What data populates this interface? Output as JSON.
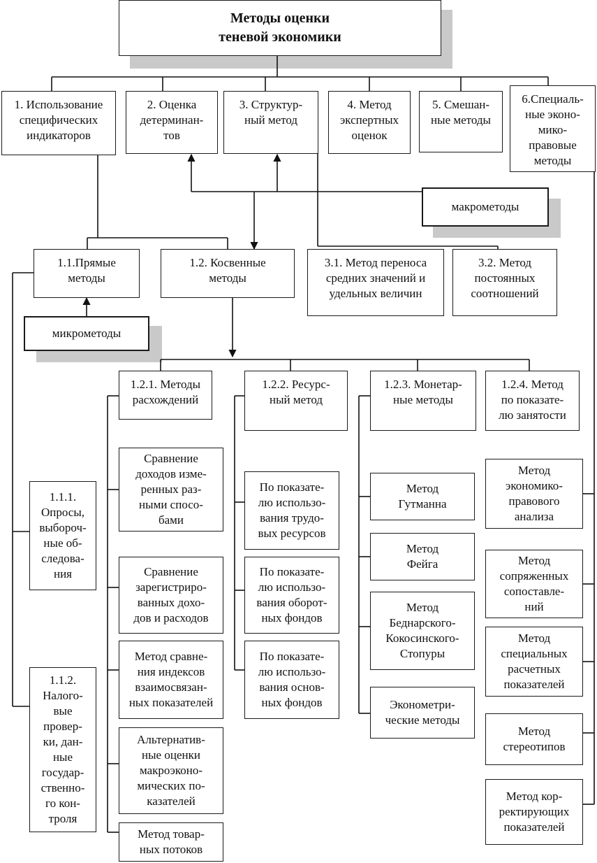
{
  "title": "Методы оценки\nтеневой экономики",
  "level1": [
    "1. Использование\nспецифических\nиндикаторов",
    "2. Оценка\nдетерминан-\nтов",
    "3. Структур-\nный метод",
    "4. Метод\nэкспертных\nоценок",
    "5. Смешан-\nные методы",
    "6.Специаль-\nные эконо-\nмико-\nправовые\nметоды"
  ],
  "macro_label": "макрометоды",
  "micro_label": "микрометоды",
  "level2": {
    "direct": "1.1.Прямые\nметоды",
    "indirect": "1.2. Косвенные\nметоды",
    "structural_1": "3.1. Метод переноса\nсредних значений и\nудельных величин",
    "structural_2": "3.2. Метод\nпостоянных\nсоотношений"
  },
  "direct_items": [
    "1.1.1.\nОпросы,\nвыбороч-\nные об-\nследова-\nния",
    "1.1.2.\nНалого-\nвые\nпровер-\nки, дан-\nные\nгосудар-\nственно-\nго кон-\nтроля"
  ],
  "indirect_groups": [
    {
      "label": "1.2.1. Методы\nрасхождений",
      "items": [
        "Сравнение\nдоходов изме-\nренных раз-\nными спосо-\nбами",
        "Сравнение\nзарегистриро-\nванных дохо-\nдов и расходов",
        "Метод сравне-\nния индексов\nвзаимосвязан-\nных показателей",
        "Альтернатив-\nные оценки\nмакроэконо-\nмических по-\nказателей",
        "Метод товар-\nных потоков"
      ]
    },
    {
      "label": "1.2.2. Ресурс-\nный метод",
      "items": [
        "По показате-\nлю использо-\nвания трудо-\nвых ресурсов",
        "По показате-\nлю использо-\nвания оборот-\nных фондов",
        "По показате-\nлю использо-\nвания основ-\nных фондов"
      ]
    },
    {
      "label": "1.2.3. Монетар-\nные методы",
      "items": [
        "Метод\nГутманна",
        "Метод\nФейга",
        "Метод\nБеднарского-\nКокосинского-\nСтопуры",
        "Эконометри-\nческие методы"
      ]
    },
    {
      "label": "1.2.4. Метод\nпо показате-\nлю занятости",
      "items": []
    }
  ],
  "special_items": [
    "Метод\nэкономико-\nправового\nанализа",
    "Метод\nсопряженных\nсопоставле-\nний",
    "Метод\nспециальных\nрасчетных\nпоказателей",
    "Метод\nстереотипов",
    "Метод кор-\nректирующих\nпоказателей"
  ]
}
